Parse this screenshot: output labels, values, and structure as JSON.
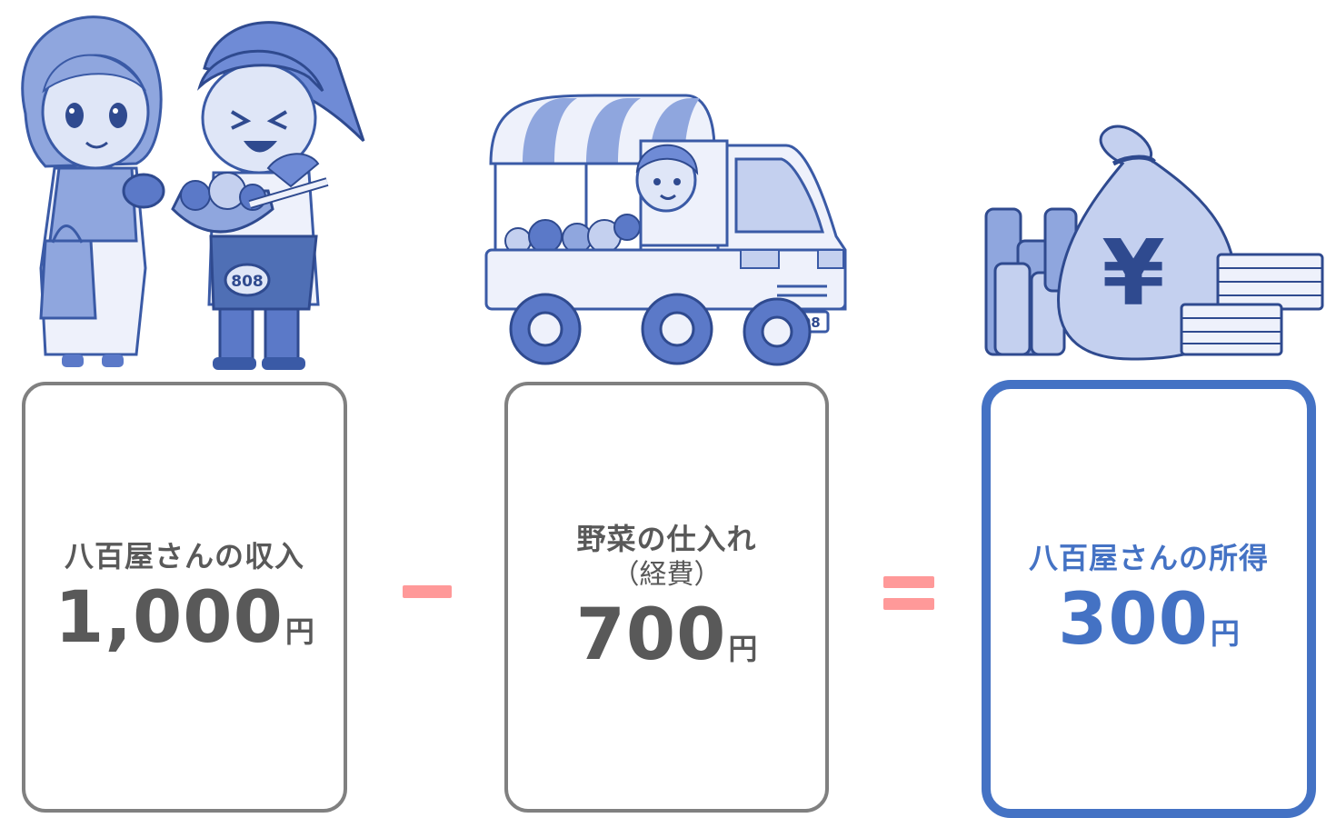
{
  "illustrations": {
    "customers_icon": "shopper-and-grocer-icon",
    "truck_icon": "vegetable-truck-icon",
    "truck_plate": "808",
    "apron_badge": "808",
    "money_icon": "money-bag-icon",
    "money_symbol": "¥"
  },
  "income_box": {
    "label": "八百屋さんの収入",
    "amount": "1,000",
    "unit": "円"
  },
  "minus_operator": {
    "symbol": "−"
  },
  "expense_box": {
    "label": "野菜の仕入れ",
    "sub": "（経費）",
    "amount": "700",
    "unit": "円"
  },
  "equals_operator": {
    "symbol": "="
  },
  "result_box": {
    "label": "八百屋さんの所得",
    "amount": "300",
    "unit": "円"
  },
  "colors": {
    "box_border": "#808080",
    "result_border": "#4472c4",
    "operator": "#ff9999",
    "text": "#595959",
    "illustration": "#4f6fb5"
  }
}
